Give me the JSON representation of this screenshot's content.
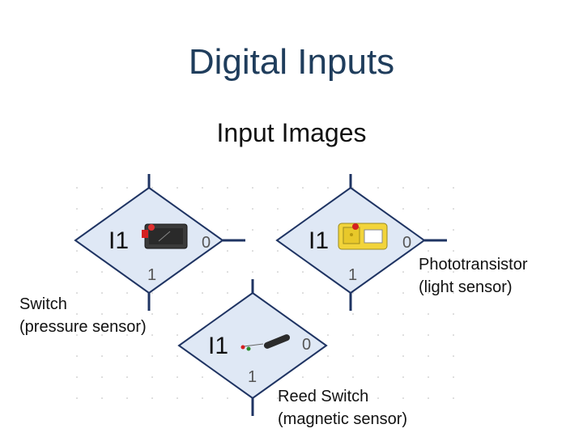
{
  "title": "Digital Inputs",
  "subtitle": "Input Images",
  "colors": {
    "tile_fill": "#dfe8f5",
    "tile_stroke": "#1f3463",
    "grid_dot": "#b8b8b8",
    "label_text": "#111111",
    "state_text": "#555555"
  },
  "tiles": [
    {
      "id": "switch",
      "input_label": "I1",
      "state_0": "0",
      "state_1": "1",
      "icon": "push-switch-icon",
      "caption_line1": "Switch",
      "caption_line2": "(pressure sensor)"
    },
    {
      "id": "phototransistor",
      "input_label": "I1",
      "state_0": "0",
      "state_1": "1",
      "icon": "phototransistor-icon",
      "caption_line1": "Phototransistor",
      "caption_line2": "(light sensor)"
    },
    {
      "id": "reed",
      "input_label": "I1",
      "state_0": "0",
      "state_1": "1",
      "icon": "reed-switch-icon",
      "caption_line1": "Reed Switch",
      "caption_line2": "(magnetic sensor)"
    }
  ]
}
